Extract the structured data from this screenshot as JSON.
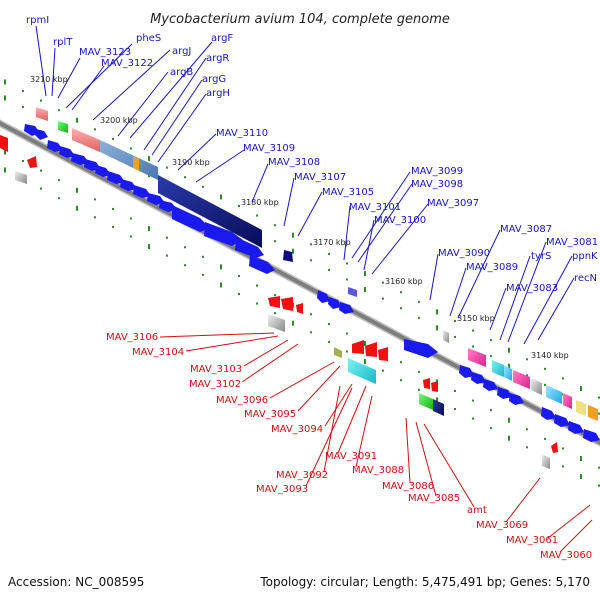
{
  "title": "Mycobacterium avium 104, complete genome",
  "accession": "Accession: NC_008595",
  "summary": "Topology: circular; Length: 5,475,491 bp; Genes: 5,170",
  "colors": {
    "forward_gene": "#1a1aee",
    "reverse_gene": "#ee1111",
    "forward_label": "#1515c8",
    "reverse_label": "#d01010",
    "backbone": "#8c8c8c",
    "tick": "#2a8a2a"
  },
  "scale_ticks": [
    "3210 kbp",
    "3200 kbp",
    "3190 kbp",
    "3180 kbp",
    "3170 kbp",
    "3160 kbp",
    "3150 kbp",
    "3140 kbp"
  ],
  "forward_labels": [
    "rpmI",
    "rplT",
    "MAV_3123",
    "pheS",
    "MAV_3122",
    "argJ",
    "argF",
    "argB",
    "argR",
    "argG",
    "argH",
    "MAV_3110",
    "MAV_3109",
    "MAV_3108",
    "MAV_3107",
    "MAV_3105",
    "MAV_3099",
    "MAV_3098",
    "MAV_3101",
    "MAV_3100",
    "MAV_3097",
    "MAV_3087",
    "MAV_3090",
    "tyrS",
    "MAV_3081",
    "MAV_3089",
    "ppnK",
    "recN",
    "MAV_3083"
  ],
  "reverse_labels": [
    "MAV_3106",
    "MAV_3104",
    "MAV_3103",
    "MAV_3102",
    "MAV_3096",
    "MAV_3095",
    "MAV_3094",
    "MAV_3091",
    "MAV_3088",
    "MAV_3092",
    "MAV_3093",
    "MAV_3086",
    "MAV_3085",
    "amt",
    "MAV_3069",
    "MAV_3061",
    "MAV_3060"
  ]
}
